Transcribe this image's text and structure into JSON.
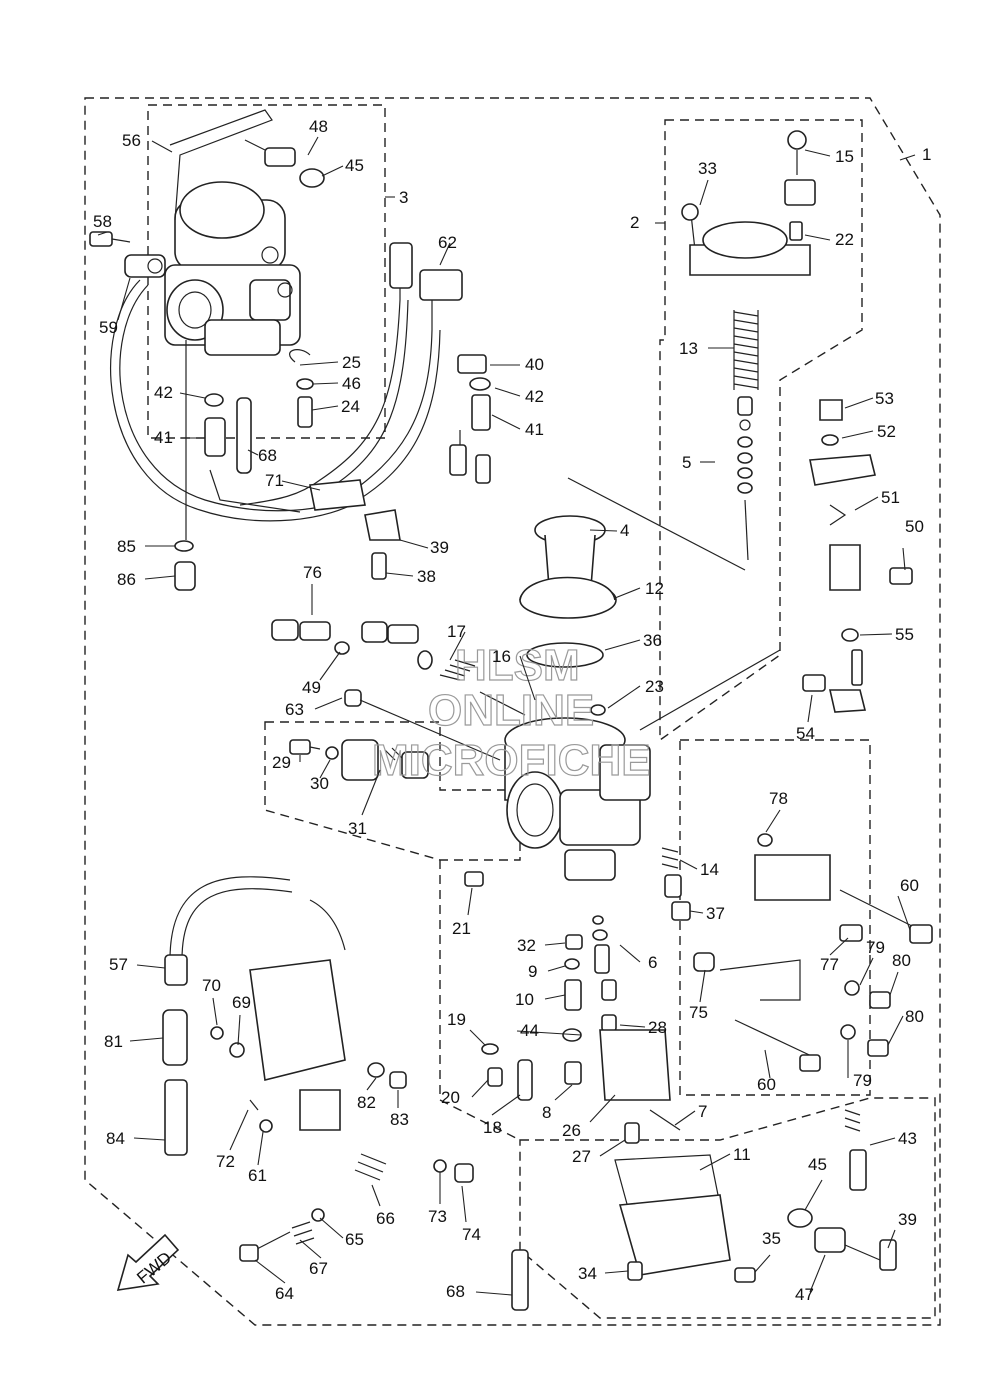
{
  "watermark": {
    "line1": "HLSM",
    "line2": "ONLINE",
    "line3": "MICROFICHE"
  },
  "direction_label": "FWD",
  "callouts": [
    {
      "id": "c1",
      "text": "1"
    },
    {
      "id": "c2",
      "text": "2"
    },
    {
      "id": "c3",
      "text": "3"
    },
    {
      "id": "c4",
      "text": "4"
    },
    {
      "id": "c5",
      "text": "5"
    },
    {
      "id": "c6",
      "text": "6"
    },
    {
      "id": "c7",
      "text": "7"
    },
    {
      "id": "c8",
      "text": "8"
    },
    {
      "id": "c9",
      "text": "9"
    },
    {
      "id": "c10",
      "text": "10"
    },
    {
      "id": "c11",
      "text": "11"
    },
    {
      "id": "c12",
      "text": "12"
    },
    {
      "id": "c13",
      "text": "13"
    },
    {
      "id": "c14",
      "text": "14"
    },
    {
      "id": "c15",
      "text": "15"
    },
    {
      "id": "c16",
      "text": "16"
    },
    {
      "id": "c17",
      "text": "17"
    },
    {
      "id": "c18",
      "text": "18"
    },
    {
      "id": "c19",
      "text": "19"
    },
    {
      "id": "c20",
      "text": "20"
    },
    {
      "id": "c21",
      "text": "21"
    },
    {
      "id": "c22",
      "text": "22"
    },
    {
      "id": "c23",
      "text": "23"
    },
    {
      "id": "c24",
      "text": "24"
    },
    {
      "id": "c25",
      "text": "25"
    },
    {
      "id": "c26",
      "text": "26"
    },
    {
      "id": "c27",
      "text": "27"
    },
    {
      "id": "c28",
      "text": "28"
    },
    {
      "id": "c29",
      "text": "29"
    },
    {
      "id": "c30",
      "text": "30"
    },
    {
      "id": "c31",
      "text": "31"
    },
    {
      "id": "c32",
      "text": "32"
    },
    {
      "id": "c33",
      "text": "33"
    },
    {
      "id": "c34",
      "text": "34"
    },
    {
      "id": "c35",
      "text": "35"
    },
    {
      "id": "c36",
      "text": "36"
    },
    {
      "id": "c37",
      "text": "37"
    },
    {
      "id": "c38",
      "text": "38"
    },
    {
      "id": "c39a",
      "text": "39"
    },
    {
      "id": "c39b",
      "text": "39"
    },
    {
      "id": "c40",
      "text": "40"
    },
    {
      "id": "c41a",
      "text": "41"
    },
    {
      "id": "c41b",
      "text": "41"
    },
    {
      "id": "c42a",
      "text": "42"
    },
    {
      "id": "c42b",
      "text": "42"
    },
    {
      "id": "c43",
      "text": "43"
    },
    {
      "id": "c44",
      "text": "44"
    },
    {
      "id": "c45a",
      "text": "45"
    },
    {
      "id": "c45b",
      "text": "45"
    },
    {
      "id": "c46",
      "text": "46"
    },
    {
      "id": "c47",
      "text": "47"
    },
    {
      "id": "c48",
      "text": "48"
    },
    {
      "id": "c49",
      "text": "49"
    },
    {
      "id": "c50",
      "text": "50"
    },
    {
      "id": "c51",
      "text": "51"
    },
    {
      "id": "c52",
      "text": "52"
    },
    {
      "id": "c53",
      "text": "53"
    },
    {
      "id": "c54",
      "text": "54"
    },
    {
      "id": "c55",
      "text": "55"
    },
    {
      "id": "c56",
      "text": "56"
    },
    {
      "id": "c57",
      "text": "57"
    },
    {
      "id": "c58",
      "text": "58"
    },
    {
      "id": "c59",
      "text": "59"
    },
    {
      "id": "c60a",
      "text": "60"
    },
    {
      "id": "c60b",
      "text": "60"
    },
    {
      "id": "c61",
      "text": "61"
    },
    {
      "id": "c62",
      "text": "62"
    },
    {
      "id": "c63",
      "text": "63"
    },
    {
      "id": "c64",
      "text": "64"
    },
    {
      "id": "c65",
      "text": "65"
    },
    {
      "id": "c66",
      "text": "66"
    },
    {
      "id": "c67",
      "text": "67"
    },
    {
      "id": "c68a",
      "text": "68"
    },
    {
      "id": "c68b",
      "text": "68"
    },
    {
      "id": "c69",
      "text": "69"
    },
    {
      "id": "c70",
      "text": "70"
    },
    {
      "id": "c71",
      "text": "71"
    },
    {
      "id": "c72",
      "text": "72"
    },
    {
      "id": "c73",
      "text": "73"
    },
    {
      "id": "c74",
      "text": "74"
    },
    {
      "id": "c75",
      "text": "75"
    },
    {
      "id": "c76",
      "text": "76"
    },
    {
      "id": "c77",
      "text": "77"
    },
    {
      "id": "c78",
      "text": "78"
    },
    {
      "id": "c79a",
      "text": "79"
    },
    {
      "id": "c79b",
      "text": "79"
    },
    {
      "id": "c80a",
      "text": "80"
    },
    {
      "id": "c80b",
      "text": "80"
    },
    {
      "id": "c81",
      "text": "81"
    },
    {
      "id": "c82",
      "text": "82"
    },
    {
      "id": "c83",
      "text": "83"
    },
    {
      "id": "c84",
      "text": "84"
    },
    {
      "id": "c85",
      "text": "85"
    },
    {
      "id": "c86",
      "text": "86"
    }
  ]
}
